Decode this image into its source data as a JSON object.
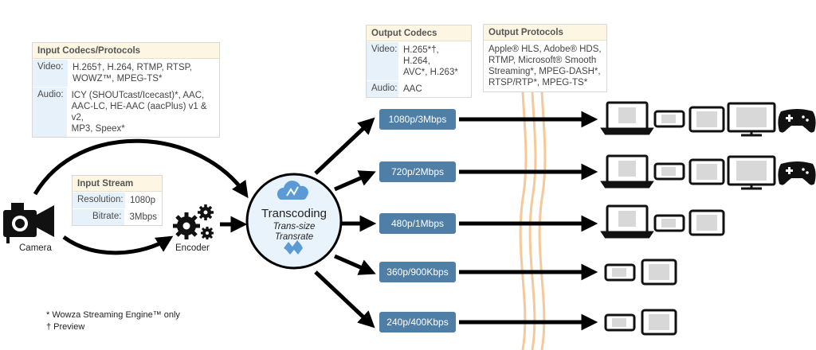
{
  "input_codecs": {
    "title": "Input Codecs/Protocols",
    "video_label": "Video:",
    "video_value_1": "H.265†, H.264, RTMP, RTSP,",
    "video_value_2": "WOWZ™, MPEG-TS*",
    "audio_label": "Audio:",
    "audio_value_1": "ICY (SHOUTcast/Icecast)*, AAC,",
    "audio_value_2": "AAC-LC, HE-AAC (aacPlus) v1 & v2,",
    "audio_value_3": "MP3, Speex*"
  },
  "input_stream": {
    "title": "Input Stream",
    "resolution_label": "Resolution:",
    "resolution_value": "1080p",
    "bitrate_label": "Bitrate:",
    "bitrate_value": "3Mbps"
  },
  "output_codecs": {
    "title": "Output Codecs",
    "video_label": "Video:",
    "video_value_1": "H.265*†, H.264,",
    "video_value_2": "AVC*, H.263*",
    "audio_label": "Audio:",
    "audio_value": "AAC"
  },
  "output_protocols": {
    "title": "Output Protocols",
    "line_1": "Apple® HLS, Adobe® HDS,",
    "line_2": "RTMP, Microsoft® Smooth",
    "line_3": "Streaming*, MPEG-DASH*,",
    "line_4": "RTSP/RTP*, MPEG-TS*"
  },
  "camera_label": "Camera",
  "encoder_label": "Encoder",
  "transcoding": {
    "title": "Transcoding",
    "sub_1": "Trans-size",
    "sub_2": "Transrate"
  },
  "renditions": [
    {
      "label": "1080p/3Mbps"
    },
    {
      "label": "720p/2Mbps"
    },
    {
      "label": "480p/1Mbps"
    },
    {
      "label": "360p/900Kbps"
    },
    {
      "label": "240p/400Kbps"
    }
  ],
  "footnotes": {
    "note_1": "* Wowza Streaming Engine™ only",
    "note_2": "† Preview"
  },
  "colors": {
    "pill": "#4f7fa6",
    "wave": "#f6c99a",
    "arrow": "#000000",
    "circle_fill": "#e9f3fb"
  }
}
